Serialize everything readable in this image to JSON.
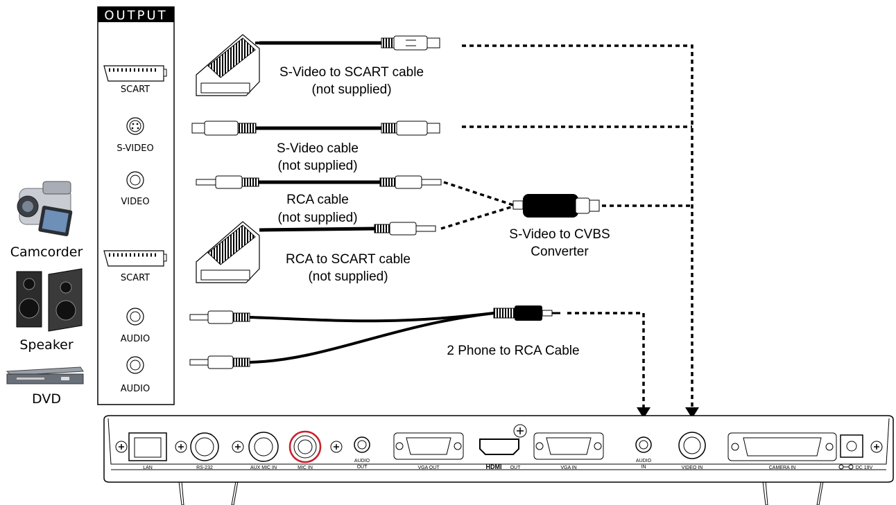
{
  "output_panel": {
    "header": "OUTPUT",
    "ports": [
      {
        "id": "scart1",
        "label": "SCART"
      },
      {
        "id": "svideo",
        "label": "S-VIDEO"
      },
      {
        "id": "video",
        "label": "VIDEO"
      },
      {
        "id": "scart2",
        "label": "SCART"
      },
      {
        "id": "audio1",
        "label": "AUDIO"
      },
      {
        "id": "audio2",
        "label": "AUDIO"
      }
    ]
  },
  "devices": [
    {
      "id": "camcorder",
      "label": "Camcorder"
    },
    {
      "id": "speaker",
      "label": "Speaker"
    },
    {
      "id": "dvd",
      "label": "DVD"
    }
  ],
  "cables": {
    "svideo_scart": {
      "line1": "S-Video to SCART cable",
      "line2": "(not supplied)"
    },
    "svideo": {
      "line1": "S-Video cable",
      "line2": "(not supplied)"
    },
    "rca": {
      "line1": "RCA cable",
      "line2": "(not supplied)"
    },
    "rca_scart": {
      "line1": "RCA to SCART cable",
      "line2": "(not supplied)"
    },
    "phone_rca": {
      "line1": "2 Phone to RCA Cable"
    }
  },
  "converter": {
    "line1": "S-Video to CVBS",
    "line2": "Converter"
  },
  "rear_panel": {
    "ports": [
      {
        "id": "lan",
        "label": "LAN"
      },
      {
        "id": "rs232",
        "label": "RS-232"
      },
      {
        "id": "aux_mic",
        "label": "AUX MIC IN"
      },
      {
        "id": "mic",
        "label": "MIC IN"
      },
      {
        "id": "audio_out",
        "line1": "AUDIO",
        "line2": "OUT"
      },
      {
        "id": "vga_out",
        "label": "VGA OUT"
      },
      {
        "id": "hdmi_out",
        "logo": "HDMI",
        "label": "OUT"
      },
      {
        "id": "vga_in",
        "label": "VGA IN"
      },
      {
        "id": "audio_in",
        "line1": "AUDIO",
        "line2": "IN"
      },
      {
        "id": "video_in",
        "label": "VIDEO IN"
      },
      {
        "id": "camera_in",
        "label": "CAMERA IN"
      },
      {
        "id": "dc",
        "label": "DC 19V"
      }
    ]
  }
}
